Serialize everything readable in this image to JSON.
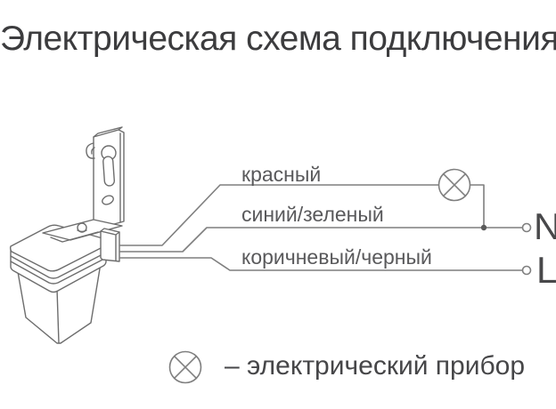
{
  "title": "Электрическая схема подключения",
  "diagram": {
    "device": "photo-sensor-with-mounting-bracket",
    "wires": [
      {
        "id": "red",
        "label": "красный",
        "connects_to": "lamp-symbol"
      },
      {
        "id": "blue-green",
        "label": "синий/зеленый",
        "connects_to": "N"
      },
      {
        "id": "brown-black",
        "label": "коричневый/черный",
        "connects_to": "L"
      }
    ],
    "terminals": [
      {
        "id": "neutral",
        "label": "N"
      },
      {
        "id": "line",
        "label": "L"
      }
    ],
    "symbols": {
      "lamp": "circle-with-diagonal-cross"
    }
  },
  "legend": {
    "symbol": "circle-with-diagonal-cross",
    "text": "– электрический прибор"
  },
  "colors": {
    "background": "#ffffff",
    "wire_line": "#7f7f7f",
    "device_outline": "#6d6d6d",
    "title_text": "#3c3c3e",
    "label_text": "#59595b",
    "terminal_text": "#48484a"
  }
}
